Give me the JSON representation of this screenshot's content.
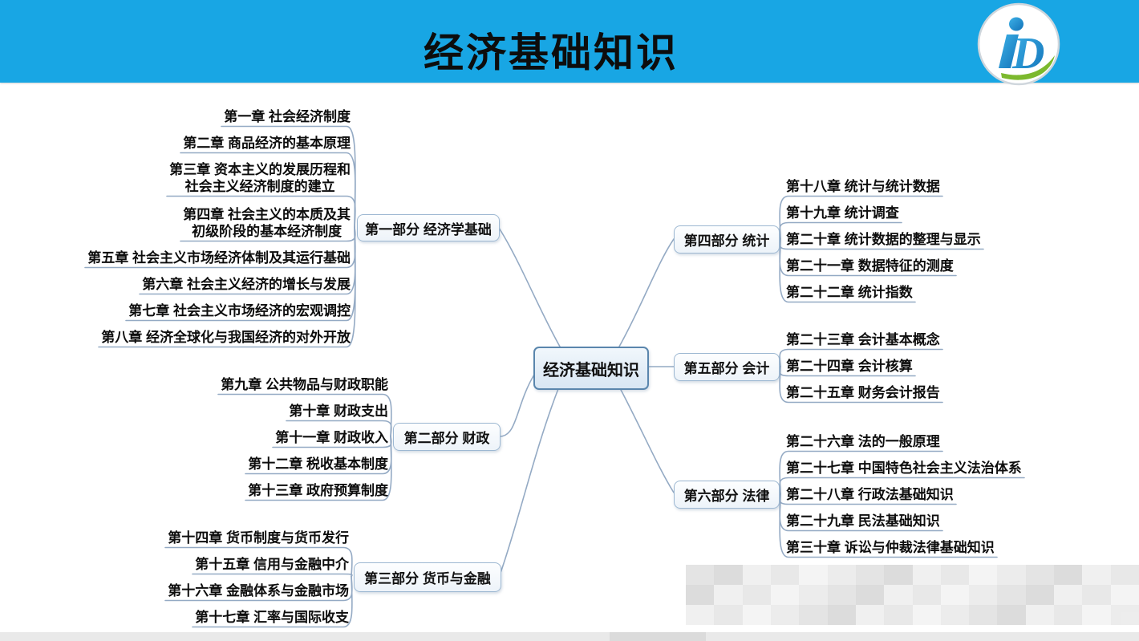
{
  "header": {
    "title": "经济基础知识"
  },
  "logo": {
    "monogram": "D"
  },
  "mindmap": {
    "root": {
      "label": "经济基础知识"
    },
    "branches": [
      {
        "label": "第一部分 经济学基础",
        "chapters": [
          "第一章 社会经济制度",
          "第二章 商品经济的基本原理",
          "第三章 资本主义的发展历程和\n社会主义经济制度的建立",
          "第四章 社会主义的本质及其\n初级阶段的基本经济制度",
          "第五章 社会主义市场经济体制及其运行基础",
          "第六章 社会主义经济的增长与发展",
          "第七章 社会主义市场经济的宏观调控",
          "第八章 经济全球化与我国经济的对外开放"
        ]
      },
      {
        "label": "第二部分 财政",
        "chapters": [
          "第九章 公共物品与财政职能",
          "第十章 财政支出",
          "第十一章 财政收入",
          "第十二章 税收基本制度",
          "第十三章 政府预算制度"
        ]
      },
      {
        "label": "第三部分 货币与金融",
        "chapters": [
          "第十四章 货币制度与货币发行",
          "第十五章 信用与金融中介",
          "第十六章 金融体系与金融市场",
          "第十七章 汇率与国际收支"
        ]
      },
      {
        "label": "第四部分 统计",
        "chapters": [
          "第十八章 统计与统计数据",
          "第十九章 统计调查",
          "第二十章 统计数据的整理与显示",
          "第二十一章 数据特征的测度",
          "第二十二章 统计指数"
        ]
      },
      {
        "label": "第五部分 会计",
        "chapters": [
          "第二十三章 会计基本概念",
          "第二十四章 会计核算",
          "第二十五章 财务会计报告"
        ]
      },
      {
        "label": "第六部分 法律",
        "chapters": [
          "第二十六章 法的一般原理",
          "第二十七章 中国特色社会主义法治体系",
          "第二十八章 行政法基础知识",
          "第二十九章 民法基础知识",
          "第三十章 诉讼与仲裁法律基础知识"
        ]
      }
    ]
  },
  "colors": {
    "header_bg": "#18a6e4",
    "connector_line": "#94aac4",
    "node_border": "#9db8d2",
    "root_border": "#5a86ad",
    "logo_blue": "#1e8fd0",
    "logo_green": "#7cb92e"
  }
}
